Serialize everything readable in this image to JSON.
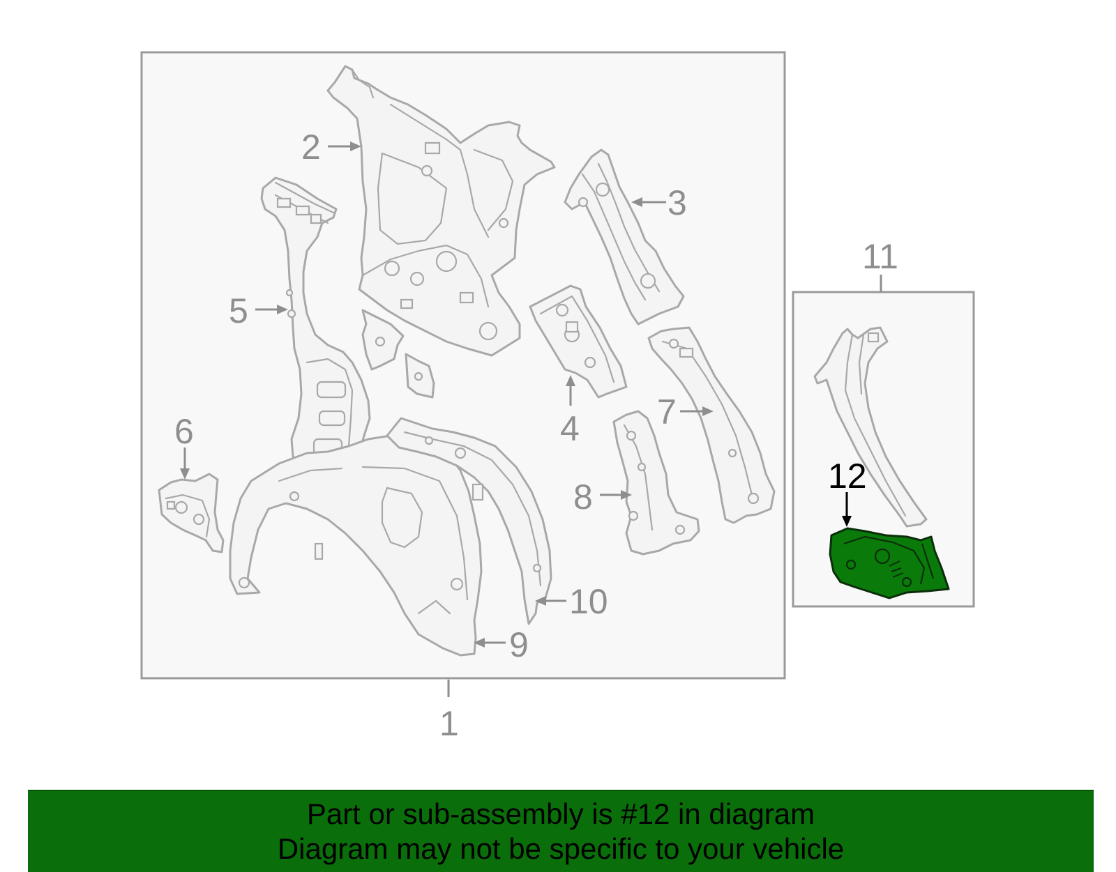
{
  "callouts": {
    "c1": "1",
    "c2": "2",
    "c3": "3",
    "c4": "4",
    "c5": "5",
    "c6": "6",
    "c7": "7",
    "c8": "8",
    "c9": "9",
    "c10": "10",
    "c11": "11",
    "c12": "12"
  },
  "highlight": {
    "part_number": "12",
    "color": "#0a7a0a"
  },
  "banner": {
    "line1": "Part or sub-assembly is #12 in diagram",
    "line2": "Diagram may not be specific to your vehicle",
    "background": "#0a6e0a"
  }
}
